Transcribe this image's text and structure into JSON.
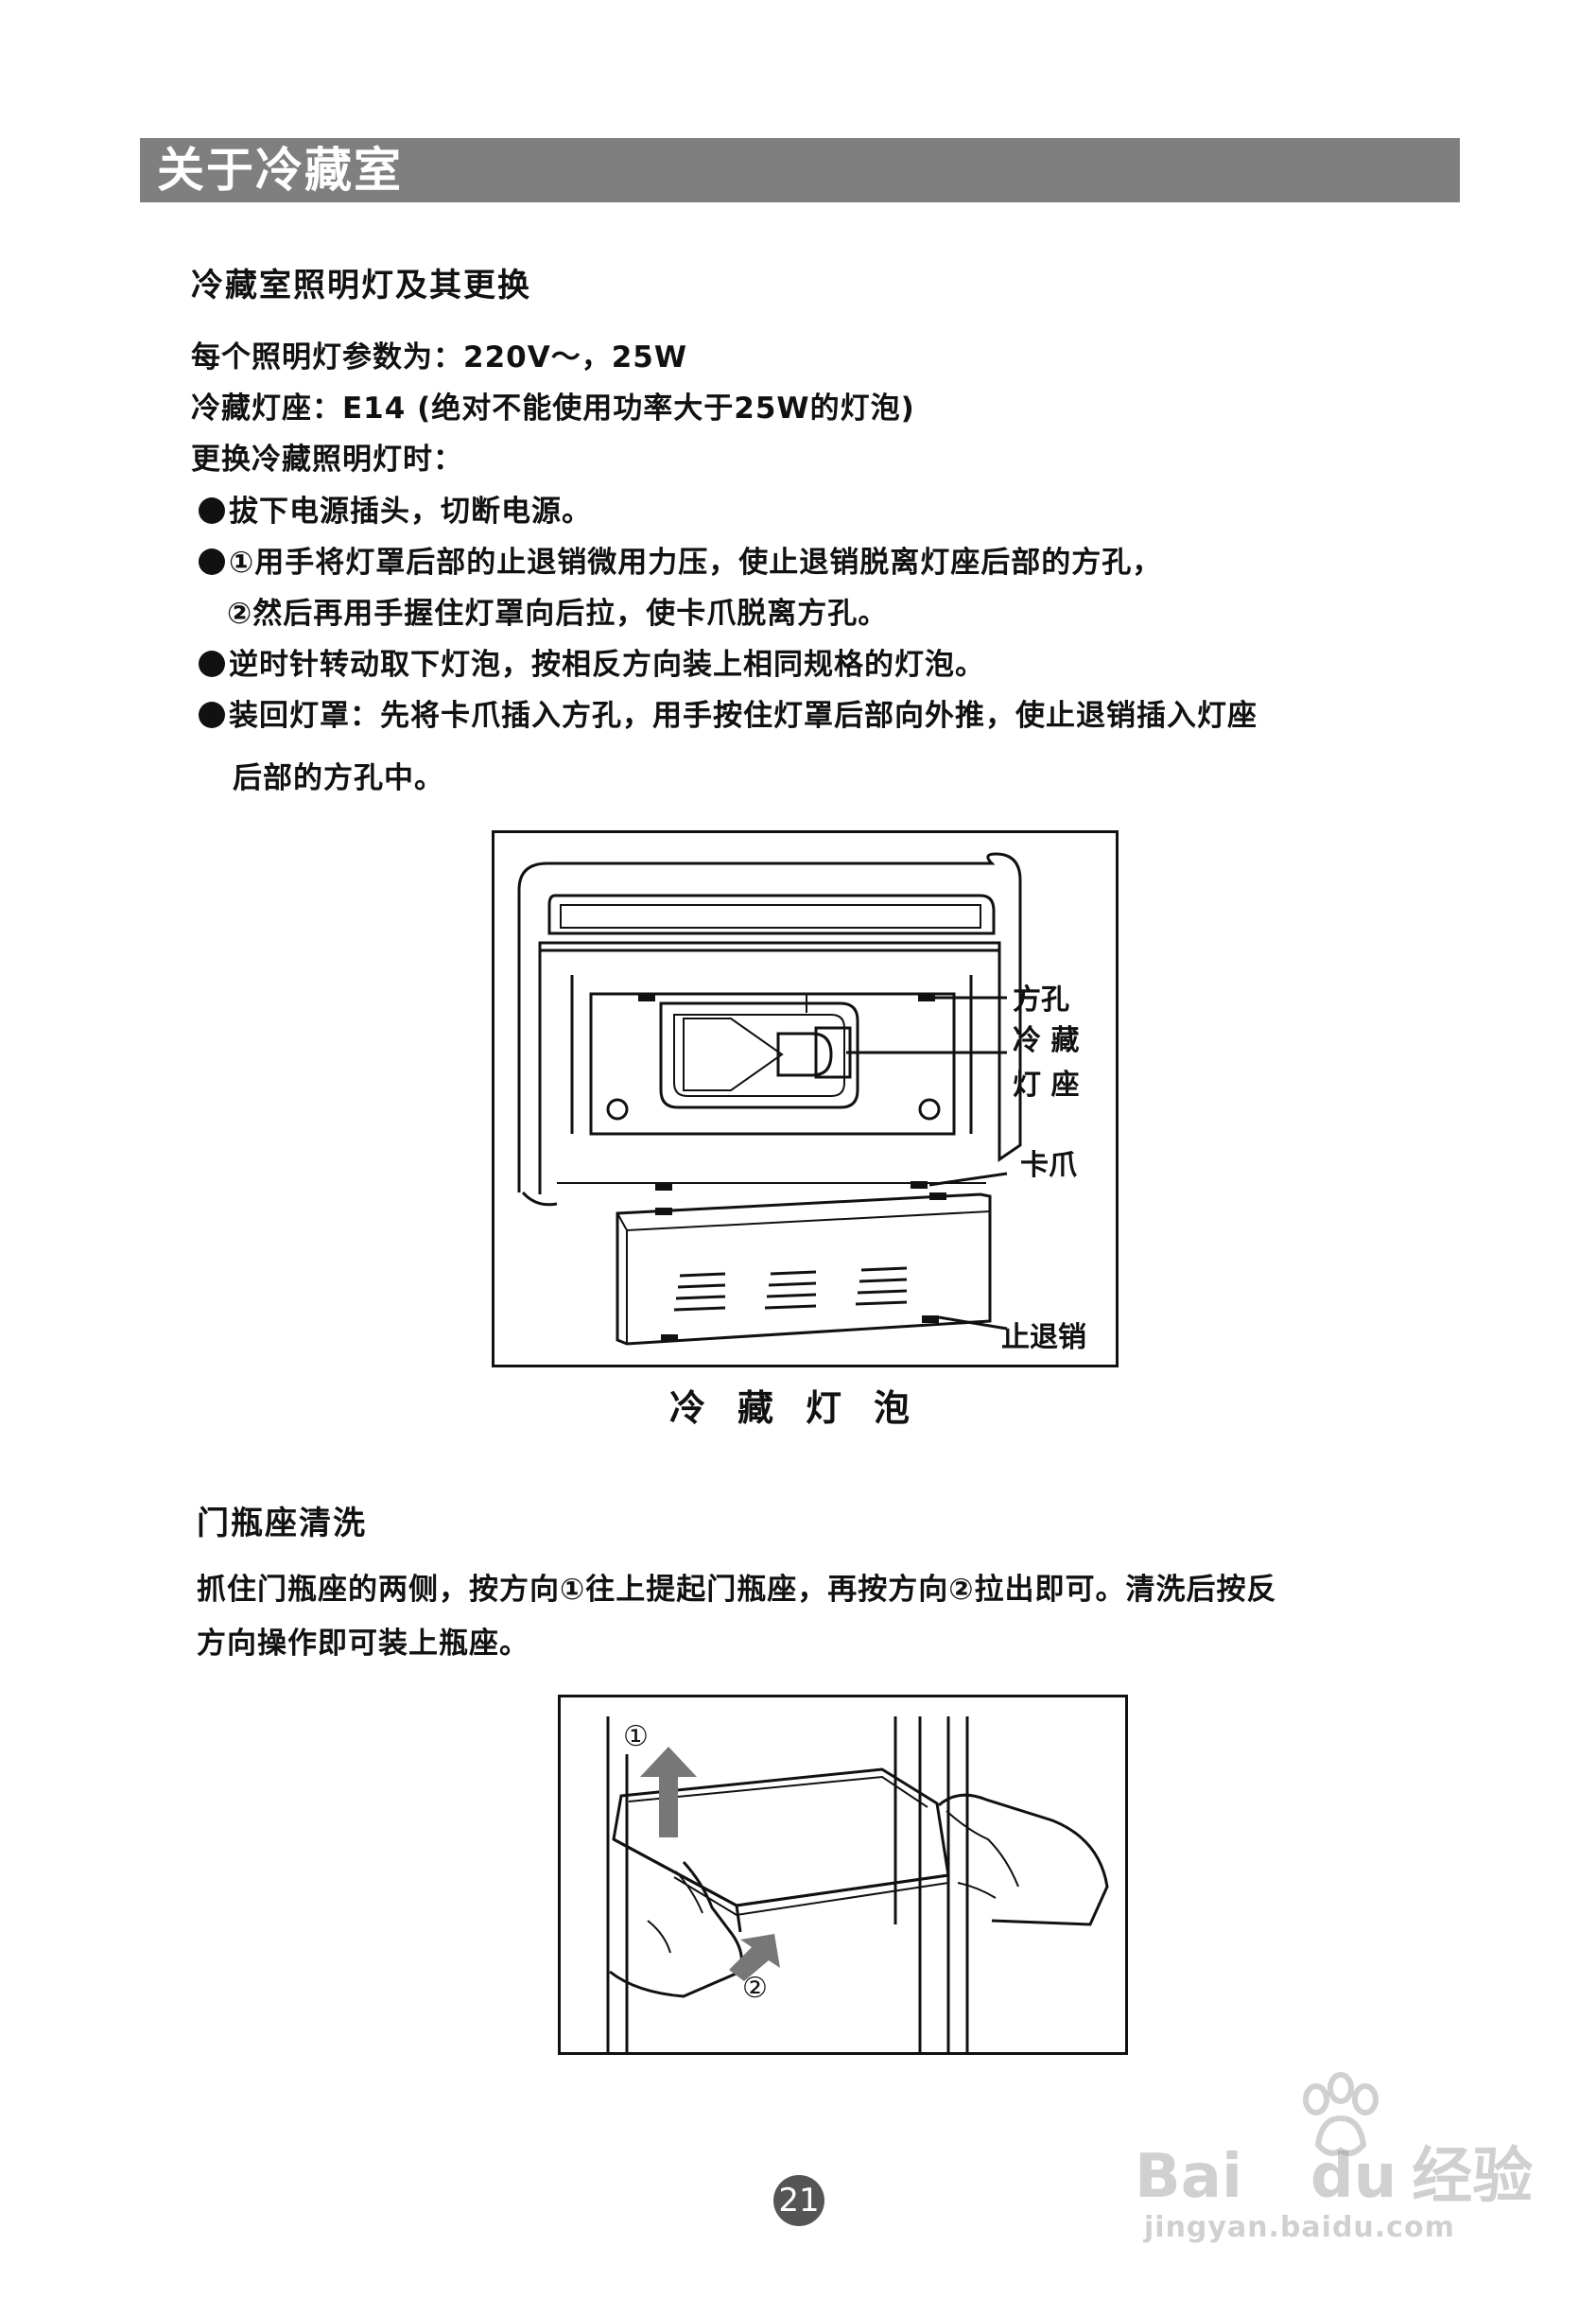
{
  "header": {
    "title": "关于冷藏室"
  },
  "section1": {
    "heading": "冷藏室照明灯及其更换",
    "lines": [
      "每个照明灯参数为：220V～，25W",
      "冷藏灯座：E14 (绝对不能使用功率大于25W的灯泡)",
      "更换冷藏照明灯时："
    ],
    "bullets": [
      "拔下电源插头，切断电源。",
      "①用手将灯罩后部的止退销微用力压，使止退销脱离灯座后部的方孔，",
      "②然后再用手握住灯罩向后拉，使卡爪脱离方孔。",
      "逆时针转动取下灯泡，按相反方向装上相同规格的灯泡。",
      "装回灯罩：先将卡爪插入方孔，用手按住灯罩后部向外推，使止退销插入灯座",
      "后部的方孔中。"
    ]
  },
  "figure1": {
    "labels": {
      "square_hole": "方孔",
      "socket_line1": "冷 藏",
      "socket_line2": "灯 座",
      "claw": "卡爪",
      "stop_pin": "止退销"
    },
    "caption": "冷藏灯泡"
  },
  "section2": {
    "heading": "门瓶座清洗",
    "lines": [
      "抓住门瓶座的两侧，按方向①往上提起门瓶座，再按方向②拉出即可。清洗后按反",
      "方向操作即可装上瓶座。"
    ]
  },
  "figure2": {
    "marker1": "①",
    "marker2": "②"
  },
  "footer": {
    "page_number": "21"
  },
  "watermark": {
    "brand_a": "Bai",
    "brand_b": "du",
    "brand_cn": "经验",
    "url": "jingyan.baidu.com"
  }
}
